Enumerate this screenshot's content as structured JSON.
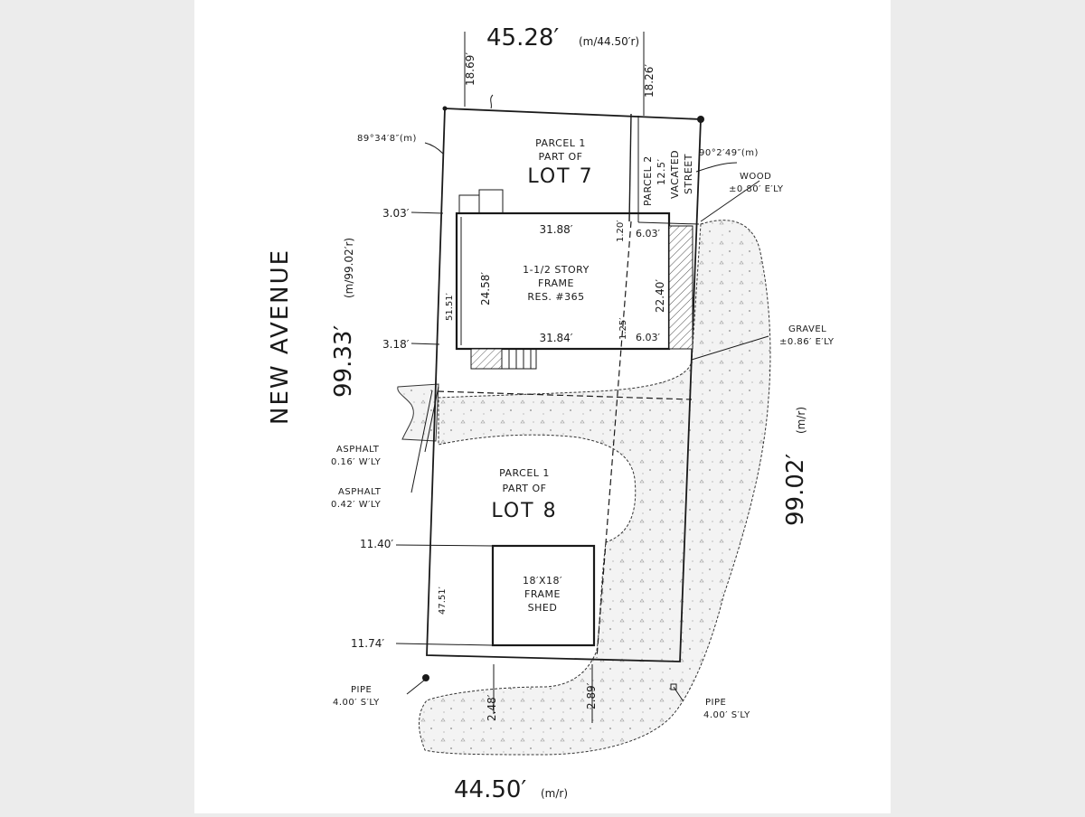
{
  "dimensions": {
    "top_width": "45.28′",
    "top_width_note": "(m/44.50′r)",
    "bottom_width": "44.50′",
    "bottom_width_note": "(m/r)",
    "left_length": "99.33′",
    "left_length_note": "(m/99.02′r)",
    "right_length": "99.02′",
    "right_length_note": "(m/r)",
    "top_left_18": "18.69′",
    "top_right_18": "18.26′",
    "angle_left": "89°34′8″(m)",
    "angle_right": "90°2′49″(m)",
    "left_303": "3.03′",
    "left_318": "3.18′",
    "house_top": "31.88′",
    "house_bottom": "31.84′",
    "house_left": "24.58′",
    "house_right": "22.40′",
    "house_offset_left": "51.51′",
    "parcel_line_top": "1.20′",
    "parcel_line_bottom": "1.25′",
    "porch_top": "6.03′",
    "porch_bottom": "6.03′",
    "shed_top_offset": "11.40′",
    "shed_bottom_offset": "11.74′",
    "shed_height": "47.51′",
    "bottom_248": "2.48′",
    "bottom_289": "2.89′"
  },
  "labels": {
    "street": "NEW AVENUE",
    "parcel1_lot7": [
      "PARCEL 1",
      "PART OF"
    ],
    "lot7": "LOT 7",
    "parcel2": [
      "PARCEL 2",
      "12.5′",
      "VACATED",
      "STREET"
    ],
    "house": [
      "1-1/2 STORY",
      "FRAME",
      "RES. #365"
    ],
    "parcel1_lot8": [
      "PARCEL 1",
      "PART OF"
    ],
    "lot8": "LOT 8",
    "shed": [
      "18′X18′",
      "FRAME",
      "SHED"
    ],
    "wood": [
      "WOOD",
      "±0.80′ E′LY"
    ],
    "gravel": [
      "GRAVEL",
      "±0.86′ E′LY"
    ],
    "asphalt1": [
      "ASPHALT",
      "0.16′ W′LY"
    ],
    "asphalt2": [
      "ASPHALT",
      "0.42′ W′LY"
    ],
    "pipe_left": [
      "PIPE",
      "4.00′ S′LY"
    ],
    "pipe_right": [
      "PIPE",
      "4.00′ S′LY"
    ]
  },
  "colors": {
    "paper": "#ffffff",
    "background": "#ececec",
    "ink": "#1a1a1a",
    "stipple": "#f3f3f3"
  }
}
